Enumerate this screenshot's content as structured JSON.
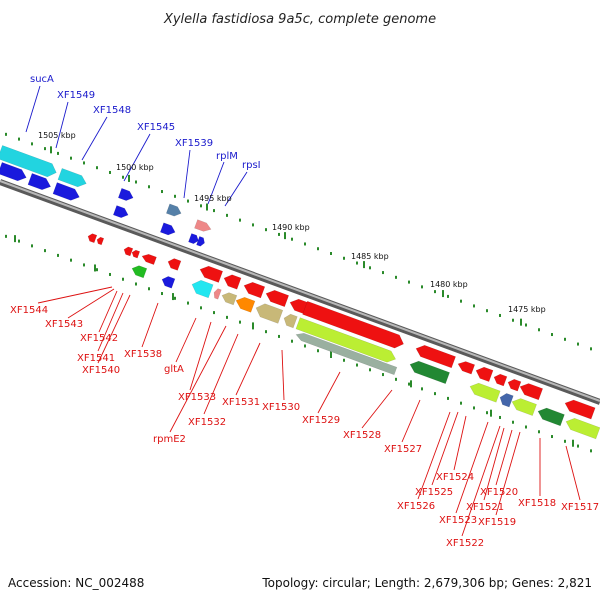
{
  "title": "Xylella fastidiosa 9a5c, complete genome",
  "scale_labels": [
    "1505 kbp",
    "1500 kbp",
    "1495 kbp",
    "1490 kbp",
    "1485 kbp",
    "1480 kbp",
    "1475 kbp"
  ],
  "top_labels": [
    "sucA",
    "XF1549",
    "XF1548",
    "XF1545",
    "XF1539",
    "rplM",
    "rpsI"
  ],
  "bottom_labels": [
    "XF1544",
    "XF1543",
    "XF1542",
    "XF1541",
    "XF1540",
    "XF1538",
    "gltA",
    "XF1533",
    "rpmE2",
    "XF1532",
    "XF1531",
    "XF1530",
    "XF1529",
    "XF1528",
    "XF1527",
    "XF1526",
    "XF1525",
    "XF1524",
    "XF1523",
    "XF1522",
    "XF1521",
    "XF1520",
    "XF1519",
    "XF1518",
    "XF1517"
  ],
  "footer": {
    "accession": "Accession: NC_002488",
    "topology": "Topology: circular; Length: 2,679,306 bp; Genes: 2,821"
  },
  "colors": {
    "forward_cds": "#1010dd",
    "reverse_cds": "#ee1111",
    "rrna": "#22ccdd",
    "backbone": "#888888",
    "tick": "#2a8a2a",
    "blue_label": "#1a1acc",
    "red_label": "#dd1111"
  }
}
